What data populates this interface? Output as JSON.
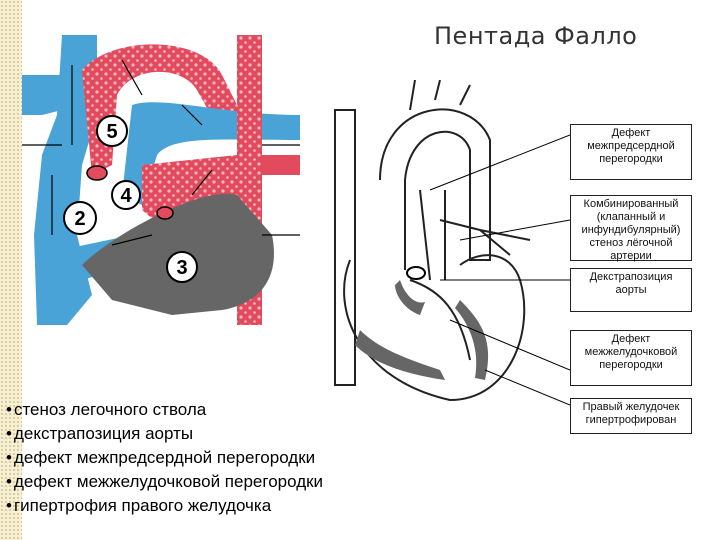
{
  "title": "Пентада Фалло",
  "figure_a": {
    "numbers": [
      "5",
      "4",
      "2",
      "3"
    ]
  },
  "figure_b": {
    "labels": [
      "Дефект межпредсердной перегородки",
      "Комбинированный (клапанный и инфундибулярный) стеноз лёгочной артерии",
      "Декстрапозиция аорты",
      "Дефект межжелудочковой перегородки",
      "Правый желудочек гипертрофирован"
    ]
  },
  "bullets": [
    "стеноз легочного ствола",
    "декстрапозиция аорты",
    "дефект межпредсердной перегородки",
    "дефект межжелудочковой перегородки",
    "гипертрофия правого желудочка"
  ],
  "colors": {
    "blue": "#4aa3d6",
    "red": "#e24a5e",
    "gray": "#666666"
  }
}
